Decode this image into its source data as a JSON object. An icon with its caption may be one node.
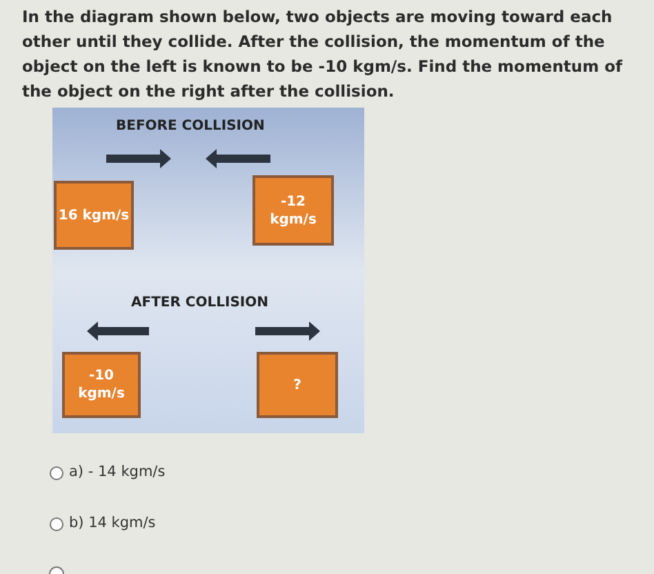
{
  "diagram": {
    "nodes": [
      {
        "text": [
          "16 kgm/s"
        ]
      },
      {
        "text": [
          "-12 kgm/s"
        ]
      },
      {
        "text": [
          "-10 kgm/s"
        ]
      },
      {
        "text": [
          "?"
        ]
      }
    ],
    "edges": [],
    "labels": [
      "In the diagram shown below, two objects are moving toward each other until they collide. After the collision, the momentum of the object on the left is known to be -10 kgm/s. Find the momentum of the object on the right after the collision.",
      "BEFORE COLLISION",
      "AFTER COLLISION",
      "a) - 14 kgm/s",
      "b) 14 kgm/s"
    ]
  }
}
